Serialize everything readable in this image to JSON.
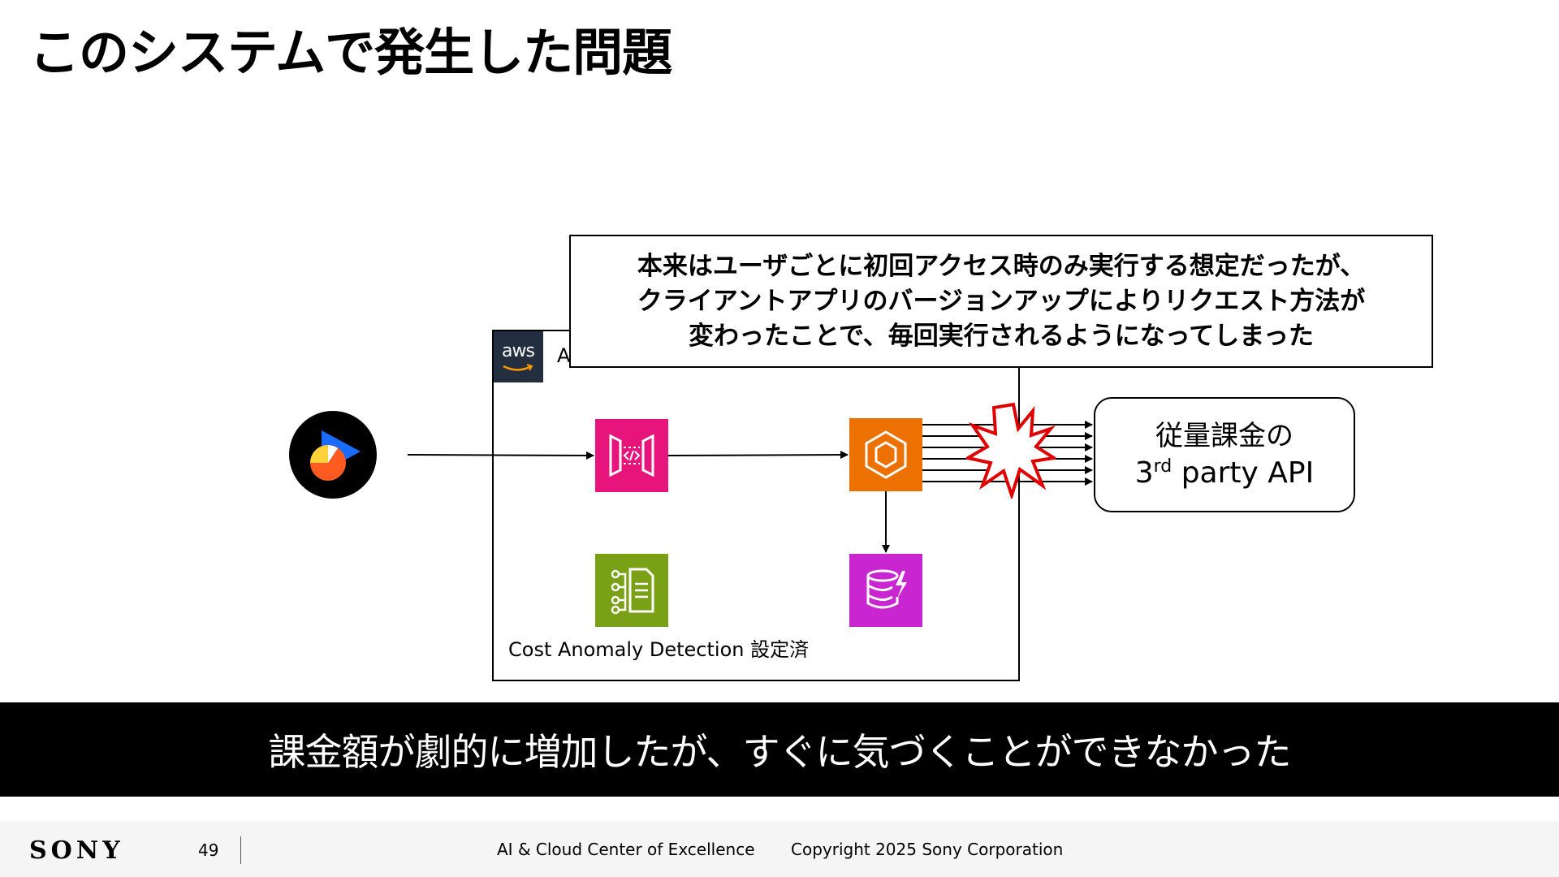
{
  "slide": {
    "title": "このシステムで発生した問題"
  },
  "callout": {
    "lines": [
      "本来はユーザごとに初回アクセス時のみ実行する想定だったが、",
      "クライアントアプリのバージョンアップによりリクエスト方法が",
      "変わったことで、毎回実行されるようになってしまった"
    ]
  },
  "diagram": {
    "aws_logo_text": "aws",
    "aws_group_label_visible": "A",
    "cost_anomaly_label": "Cost Anomaly Detection 設定済",
    "api_box": {
      "line1": "従量課金の",
      "line2_prefix": "3",
      "line2_superscript": "rd",
      "line2_suffix": " party API"
    },
    "icons": {
      "client": "client-app-icon",
      "api_gateway": "api-gateway-icon",
      "lambda": "lambda-icon",
      "dynamodb": "dynamodb-icon",
      "cost_anomaly": "cost-anomaly-detection-icon",
      "burst": "explosion-icon"
    },
    "colors": {
      "api_gateway": "#e7157b",
      "lambda": "#ed7100",
      "dynamodb": "#c925d1",
      "cost_anomaly": "#7aa116",
      "aws_logo_bg": "#232f3e",
      "burst": "#e00000"
    }
  },
  "banner": {
    "text": "課金額が劇的に増加したが、すぐに気づくことができなかった"
  },
  "footer": {
    "logo": "SONY",
    "page_number": "49",
    "center_text": "AI & Cloud Center of Excellence",
    "copyright": "Copyright 2025 Sony Corporation"
  }
}
